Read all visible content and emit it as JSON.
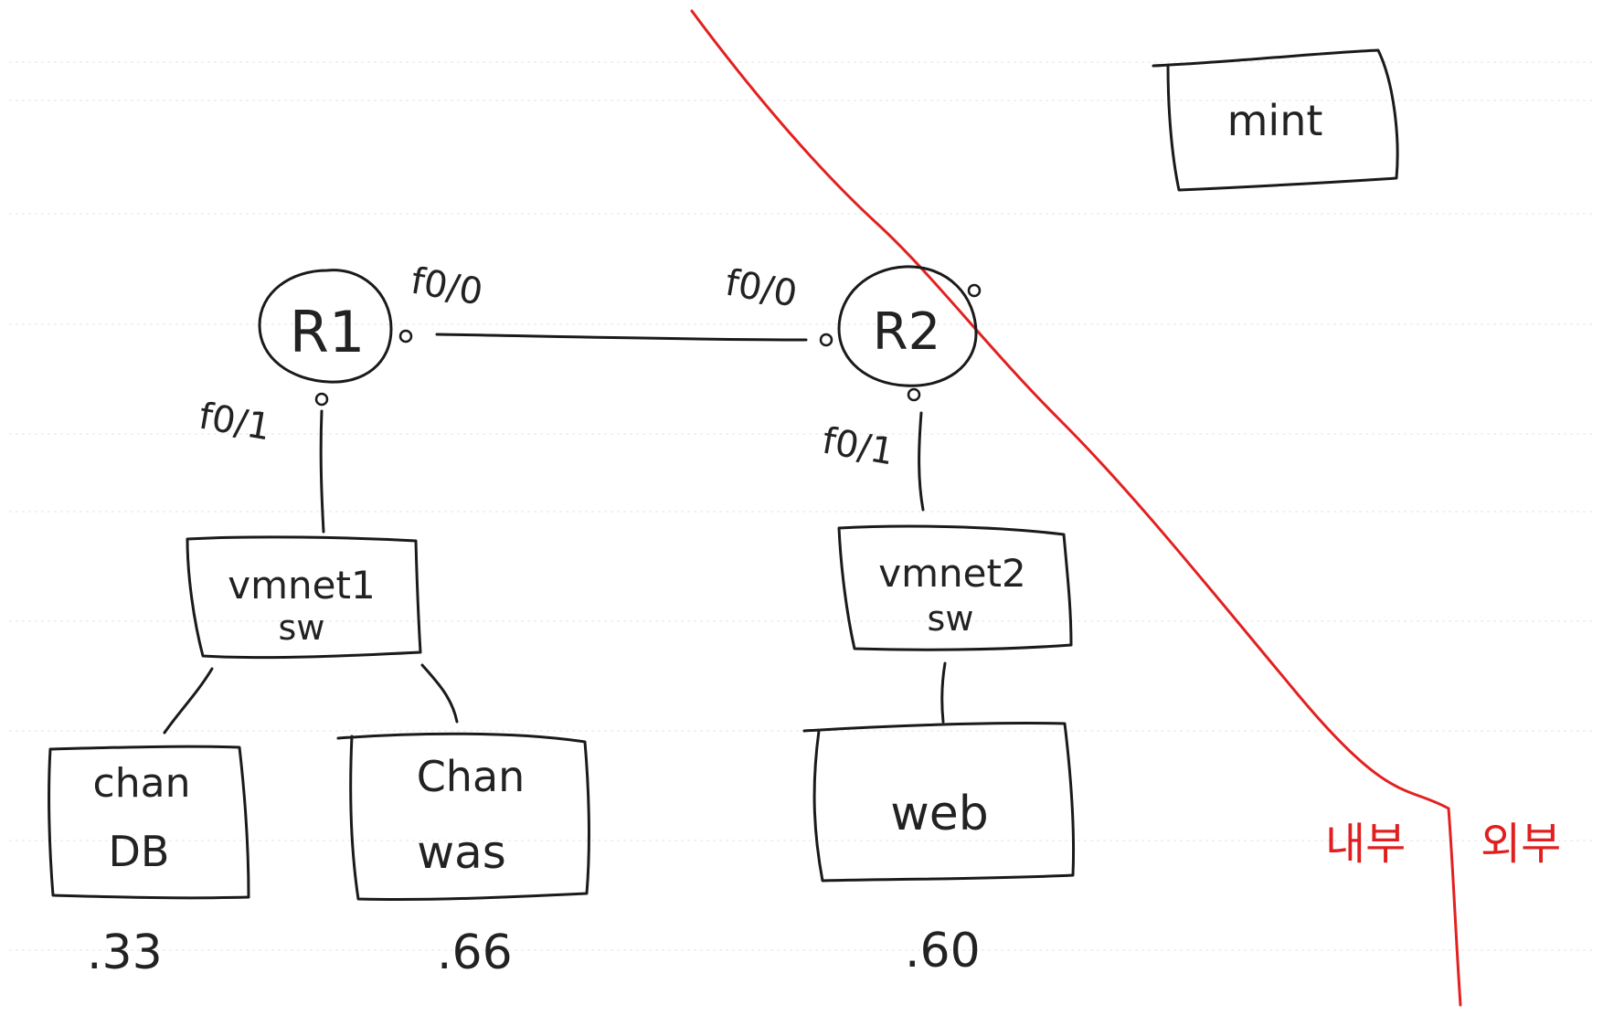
{
  "nodes": {
    "mint": "mint",
    "r1": "R1",
    "r2": "R2",
    "vmnet1_name": "vmnet1",
    "vmnet1_type": "sw",
    "vmnet2_name": "vmnet2",
    "vmnet2_type": "sw",
    "chan_db_line1": "chan",
    "chan_db_line2": "DB",
    "chan_was_line1": "Chan",
    "chan_was_line2": "was",
    "web": "web"
  },
  "ports": {
    "r1_f00": "f0/0",
    "r1_f01": "f0/1",
    "r2_f00": "f0/0",
    "r2_f01": "f0/1"
  },
  "addresses": {
    "chan_db": ".33",
    "chan_was": ".66",
    "web": ".60"
  },
  "zones": {
    "internal": "내부",
    "external": "외부"
  },
  "colors": {
    "ink": "#1a1a1a",
    "boundary": "#e32020"
  }
}
